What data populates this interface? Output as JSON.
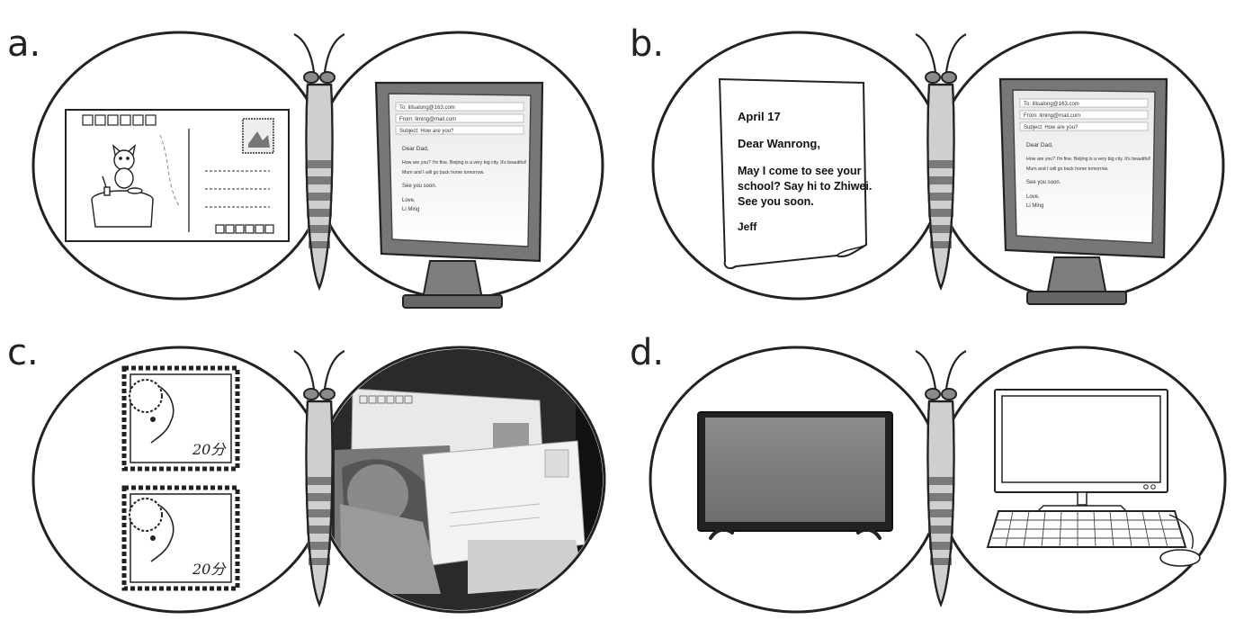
{
  "panels": [
    {
      "label": "a.",
      "email": {
        "header": [
          "To: lilisalong@163.com",
          "From: liming@mail.com",
          "Subject: How are you?"
        ],
        "greeting": "Dear Dad,",
        "body": [
          "How are you? I'm fine. Beijing is a very big city. It's beautiful!",
          "Mum and I will go back home tomorrow."
        ],
        "closing": "See you soon.",
        "signoff": [
          "Love,",
          "Li Ming"
        ]
      }
    },
    {
      "label": "b.",
      "letter": {
        "date": "April 17",
        "greeting": "Dear Wanrong,",
        "lines": [
          "May I come to see your",
          "school? Say hi to Zhiwei.",
          "See you soon."
        ],
        "signature": "Jeff"
      },
      "email": {
        "header": [
          "To: lilisalong@163.com",
          "From: liming@mail.com",
          "Subject: How are you?"
        ],
        "greeting": "Dear Dad,",
        "body": [
          "How are you? I'm fine. Beijing is a very big city. It's beautiful!",
          "Mum and I will go back home tomorrow."
        ],
        "closing": "See you soon.",
        "signoff": [
          "Love,",
          "Li Ming"
        ]
      }
    },
    {
      "label": "c.",
      "stamps": [
        {
          "value": "20分"
        },
        {
          "value": "20分"
        }
      ]
    },
    {
      "label": "d."
    }
  ]
}
